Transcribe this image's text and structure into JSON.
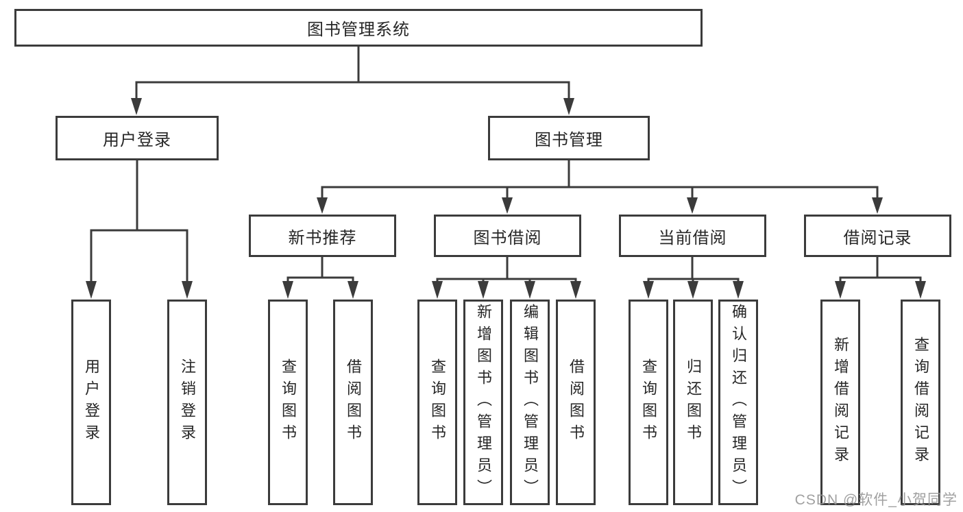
{
  "tree": {
    "root": {
      "label": "图书管理系统",
      "children": [
        {
          "label": "用户登录",
          "children": [
            {
              "label": "用户登录"
            },
            {
              "label": "注销登录"
            }
          ]
        },
        {
          "label": "图书管理",
          "children": [
            {
              "label": "新书推荐",
              "children": [
                {
                  "label": "查询图书"
                },
                {
                  "label": "借阅图书"
                }
              ]
            },
            {
              "label": "图书借阅",
              "children": [
                {
                  "label": "查询图书"
                },
                {
                  "label": "新增图书（管理员）"
                },
                {
                  "label": "编辑图书（管理员）"
                },
                {
                  "label": "借阅图书"
                }
              ]
            },
            {
              "label": "当前借阅",
              "children": [
                {
                  "label": "查询图书"
                },
                {
                  "label": "归还图书"
                },
                {
                  "label": "确认归还（管理员）"
                }
              ]
            },
            {
              "label": "借阅记录",
              "children": [
                {
                  "label": "新增借阅记录"
                },
                {
                  "label": "查询借阅记录"
                }
              ]
            }
          ]
        }
      ]
    }
  },
  "watermark": "CSDN @软件_小贺同学",
  "colors": {
    "line": "#3b3b3b",
    "text": "#262626",
    "watermark": "#969696"
  }
}
